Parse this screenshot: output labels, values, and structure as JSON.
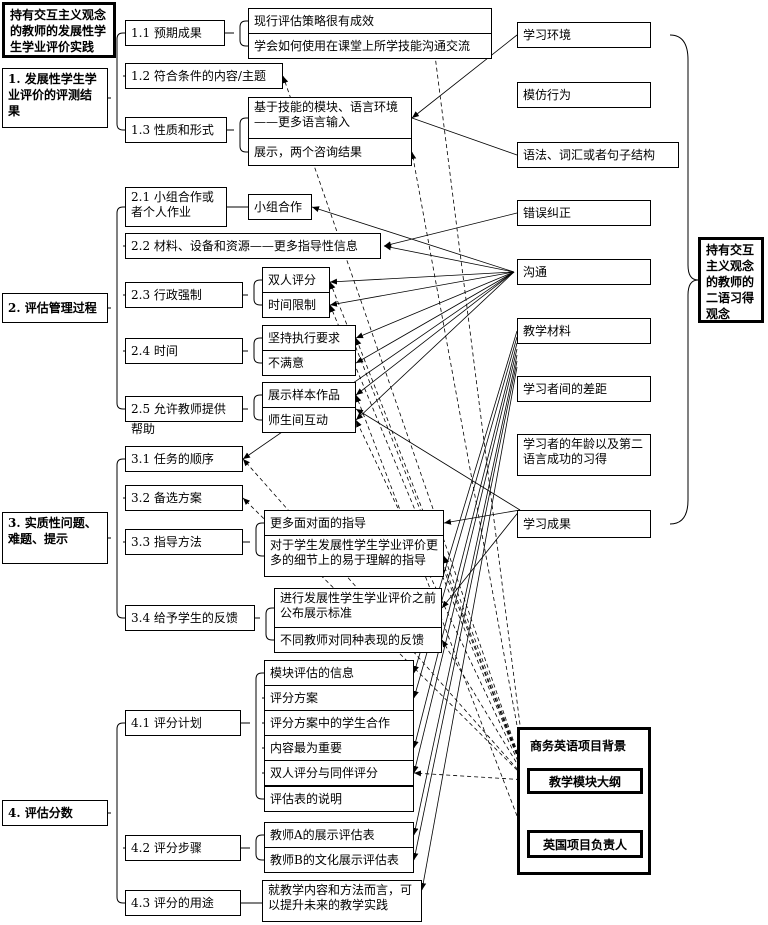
{
  "left_title": "持有交互主义观念的教师的发展性学生学业评价实践",
  "right_title": "持有交互主义观念的教师的二语习得观念",
  "section1": {
    "title": "1. 发展性学生学业评价的评测结果",
    "s1_1": "1.1 预期成果",
    "s1_1a": "现行评估策略很有成效",
    "s1_1b": "学会如何使用在课堂上所学技能沟通交流",
    "s1_2": "1.2 符合条件的内容/主题",
    "s1_3": "1.3 性质和形式",
    "s1_3a": "基于技能的模块、语言环境——更多语言输入",
    "s1_3b": "展示，两个咨询结果"
  },
  "section2": {
    "title": "2. 评估管理过程",
    "s2_1": "2.1 小组合作或者个人作业",
    "s2_1a": "小组合作",
    "s2_2": "2.2 材料、设备和资源——更多指导性信息",
    "s2_3": "2.3 行政强制",
    "s2_3a": "双人评分",
    "s2_3b": "时间限制",
    "s2_4": "2.4 时间",
    "s2_4a": "坚持执行要求",
    "s2_4b": "不满意",
    "s2_5": "2.5 允许教师提供帮助",
    "s2_5a": "展示样本作品",
    "s2_5b": "师生间互动"
  },
  "section3": {
    "title": "3. 实质性问题、难题、提示",
    "s3_1": "3.1 任务的顺序",
    "s3_2": "3.2 备选方案",
    "s3_3": "3.3 指导方法",
    "s3_3a": "更多面对面的指导",
    "s3_3b": "对于学生发展性学生学业评价更多的细节上的易于理解的指导",
    "s3_4": "3.4 给予学生的反馈",
    "s3_4a": "进行发展性学生学业评价之前公布展示标准",
    "s3_4b": "不同教师对同种表现的反馈"
  },
  "section4": {
    "title": "4. 评估分数",
    "s4_1": "4.1 评分计划",
    "s4_1a": "模块评估的信息",
    "s4_1b": "评分方案",
    "s4_1c": "评分方案中的学生合作",
    "s4_1d": "内容最为重要",
    "s4_1e": "双人评分与同伴评分",
    "s4_1f": "评估表的说明",
    "s4_2": "4.2 评分步骤",
    "s4_2a": "教师A的展示评估表",
    "s4_2b": "教师B的文化展示评估表",
    "s4_3": "4.3 评分的用途",
    "s4_3a": "就教学内容和方法而言，可以提升未来的教学实践"
  },
  "right_items": [
    "学习环境",
    "模仿行为",
    "语法、词汇或者句子结构",
    "错误纠正",
    "沟通",
    "教学材料",
    "学习者间的差距",
    "学习者的年龄以及第二语言成功的习得",
    "学习成果"
  ],
  "background": {
    "title": "商务英语项目背景",
    "syllabus": "教学模块大纲",
    "manager": "英国项目负责人"
  }
}
